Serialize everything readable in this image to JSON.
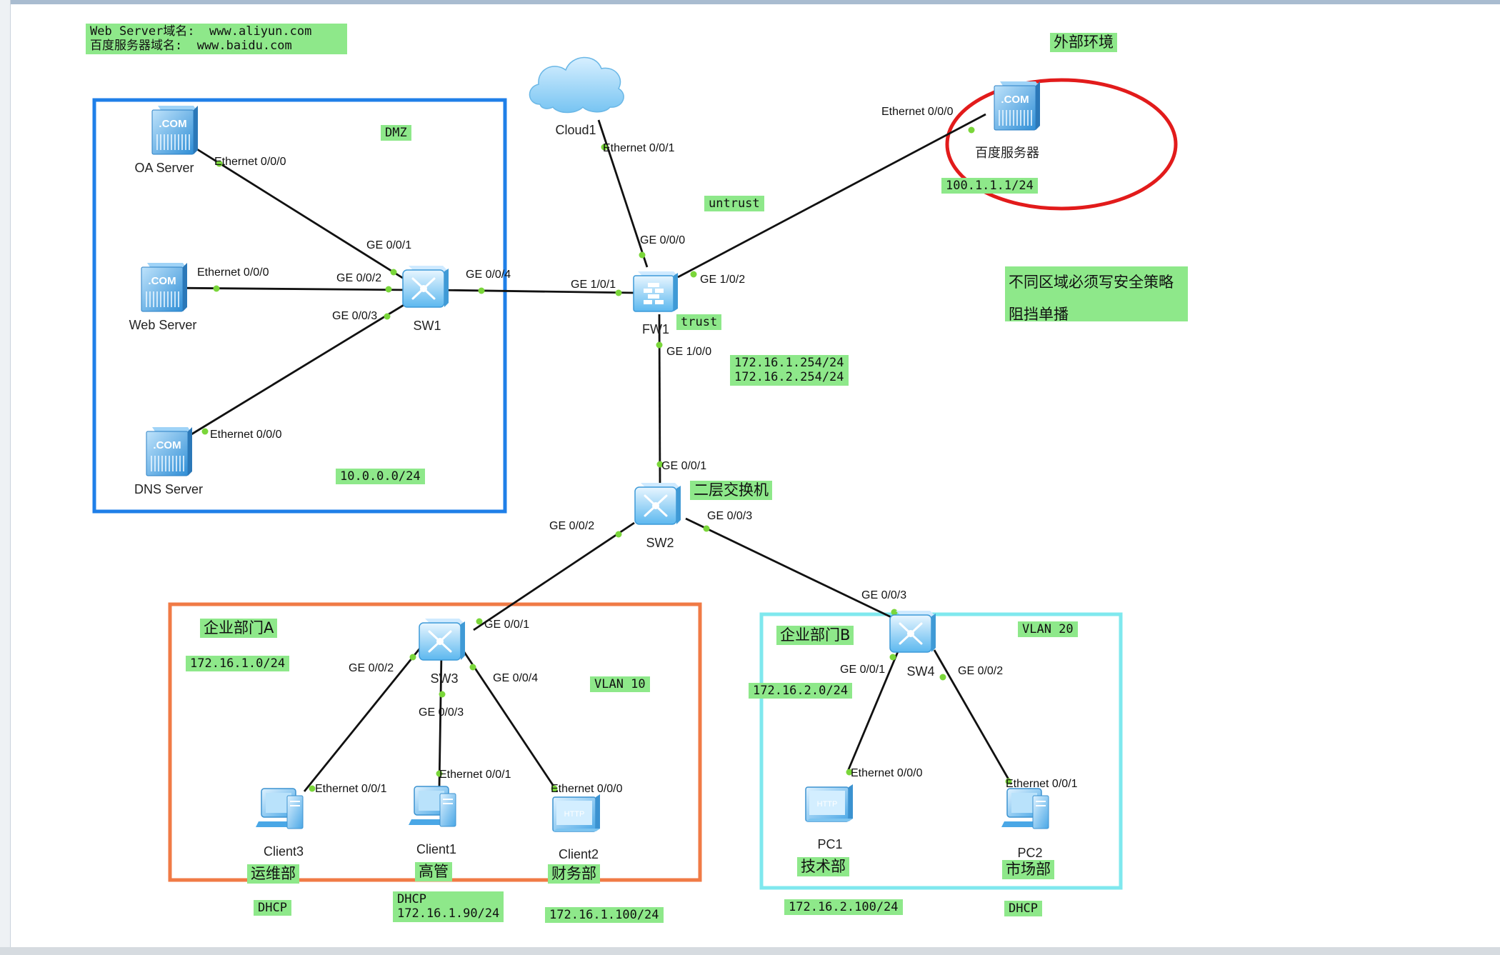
{
  "notes": {
    "domain_info": "Web Server域名:  www.aliyun.com\n百度服务器域名:  www.baidu.com",
    "external_env": "外部环境",
    "dmz": "DMZ",
    "untrust": "untrust",
    "trust": "trust",
    "policy": "不同区域必须写安全策略\n阻挡单播",
    "baidu_ip": "100.1.1.1/24",
    "fw_ips": "172.16.1.254/24\n172.16.2.254/24",
    "dmz_net": "10.0.0.0/24",
    "l2_switch": "二层交换机",
    "dept_a": "企业部门A",
    "net_a": "172.16.1.0/24",
    "vlan10": "VLAN 10",
    "dept_b": "企业部门B",
    "net_b": "172.16.2.0/24",
    "vlan20": "VLAN 20",
    "yunwei": "运维部",
    "gaoguan": "高管",
    "caiwu": "财务部",
    "jishu": "技术部",
    "shichang": "市场部",
    "dhcp1": "DHCP",
    "dhcp_ip": "DHCP\n172.16.1.90/24",
    "client2_ip": "172.16.1.100/24",
    "pc1_ip": "172.16.2.100/24",
    "dhcp2": "DHCP"
  },
  "devices": {
    "oa_server": "OA Server",
    "web_server": "Web Server",
    "dns_server": "DNS Server",
    "sw1": "SW1",
    "cloud1": "Cloud1",
    "fw1": "FW1",
    "baidu_server": "百度服务器",
    "sw2": "SW2",
    "sw3": "SW3",
    "sw4": "SW4",
    "client3": "Client3",
    "client1": "Client1",
    "client2": "Client2",
    "pc1": "PC1",
    "pc2": "PC2"
  },
  "ports": {
    "oa_eth": "Ethernet 0/0/0",
    "sw1_g001": "GE 0/0/1",
    "web_eth": "Ethernet 0/0/0",
    "sw1_g002": "GE 0/0/2",
    "sw1_g003": "GE 0/0/3",
    "dns_eth": "Ethernet 0/0/0",
    "sw1_g004": "GE 0/0/4",
    "fw_g101": "GE 1/0/1",
    "cloud_eth": "Ethernet 0/0/1",
    "fw_g000": "GE 0/0/0",
    "fw_g102": "GE 1/0/2",
    "baidu_eth": "Ethernet 0/0/0",
    "fw_g100": "GE 1/0/0",
    "sw2_g001": "GE 0/0/1",
    "sw2_g002": "GE 0/0/2",
    "sw2_g003": "GE 0/0/3",
    "sw3_g001": "GE 0/0/1",
    "sw3_g002": "GE 0/0/2",
    "sw3_g003": "GE 0/0/3",
    "sw3_g004": "GE 0/0/4",
    "client3_eth": "Ethernet 0/0/1",
    "client1_eth": "Ethernet 0/0/1",
    "client2_eth": "Ethernet 0/0/0",
    "sw4_g003": "GE 0/0/3",
    "sw4_g001": "GE 0/0/1",
    "sw4_g002": "GE 0/0/2",
    "pc1_eth": "Ethernet 0/0/0",
    "pc2_eth": "Ethernet 0/0/1"
  },
  "icons": {
    "server": "com-server-icon",
    "switch": "switch-icon",
    "firewall": "firewall-icon",
    "cloud": "cloud-icon",
    "pc": "pc-icon",
    "http_client": "http-client-icon"
  },
  "colors": {
    "dmz_box": "#1f7fe8",
    "dept_a_box": "#f07a45",
    "dept_b_box": "#7fe8ee",
    "external_circle": "#e21b1b",
    "note_bg": "#8ee88a",
    "port_dot": "#7ad63a"
  }
}
